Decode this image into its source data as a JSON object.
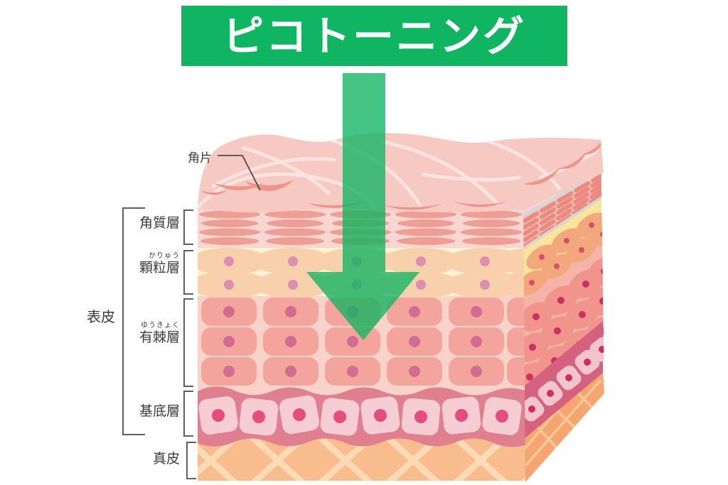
{
  "title": {
    "text": "ピコトーニング",
    "background_color": "#0fb561",
    "text_color": "#ffffff"
  },
  "arrow": {
    "icon": "arrow-down-icon",
    "color": "#0fb561"
  },
  "skin_diagram": {
    "surface_flake_label": "角片",
    "epidermis_group_label": "表皮",
    "layers": [
      {
        "name": "角質層",
        "furigana": ""
      },
      {
        "name": "顆粒層",
        "furigana": "かりゅう"
      },
      {
        "name": "有棘層",
        "furigana": "ゆうきょく"
      },
      {
        "name": "基底層",
        "furigana": ""
      },
      {
        "name": "真皮",
        "furigana": ""
      }
    ],
    "colors": {
      "surface_skin": "#f6c9c3",
      "surface_seam": "#fbe3df",
      "flake": "#ee948b",
      "corneum_bg": "#f8d7d2",
      "corneum_cell": "#ef9e95",
      "granular_bg": "#fdf3d4",
      "granular_cell": "#f8d0ab",
      "granular_nucleus": "#dc8fb0",
      "spinous_bg": "#f9d3c9",
      "spinous_cell": "#f3a49d",
      "spinous_nucleus": "#d06d90",
      "basal_band": "#e07f90",
      "basal_cell": "#f5cdd2",
      "basal_nucleus": "#e44d7d",
      "dermis_bg": "#f9bc8d",
      "dermis_hatch": "#fbdab5",
      "label_text": "#3b3b3b"
    }
  }
}
